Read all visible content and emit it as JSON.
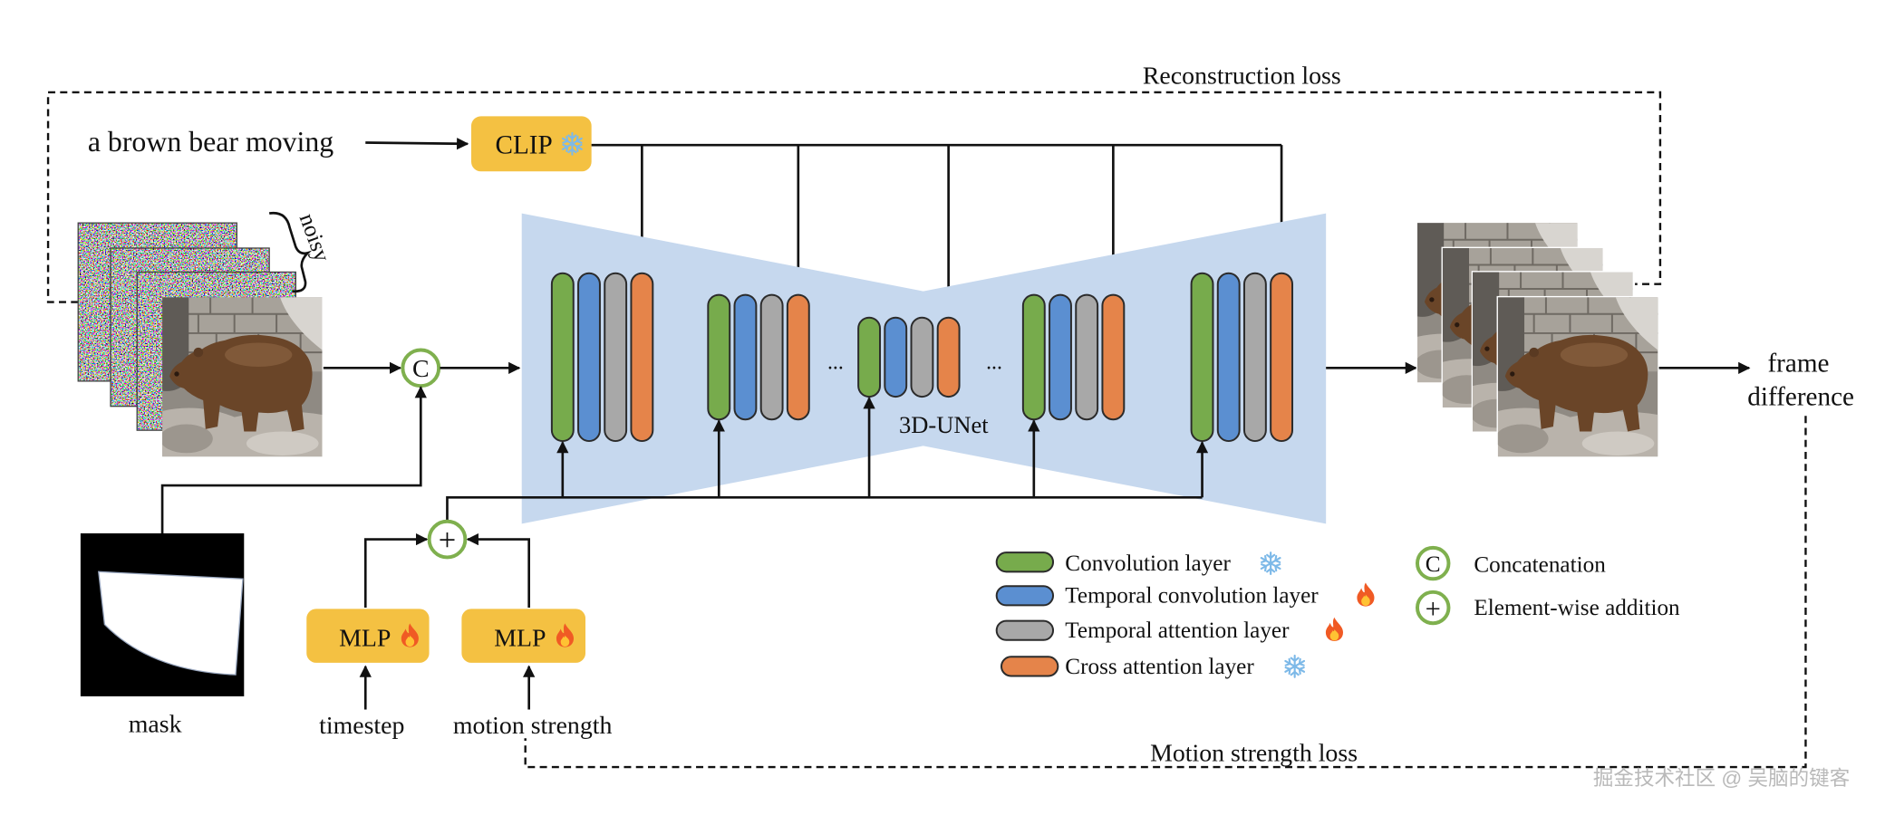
{
  "diagram": {
    "reconstruction_loss": "Reconstruction loss",
    "prompt": "a brown bear moving",
    "clip": {
      "label": "CLIP",
      "icon": "snowflake-icon"
    },
    "noisy": "noisy",
    "concat_symbol": "C",
    "add_symbol": "+",
    "unet_label": "3D-UNet",
    "ellipsis": "...",
    "mask": "mask",
    "mlp_timestep": {
      "label": "MLP",
      "icon": "fire-icon"
    },
    "mlp_motion": {
      "label": "MLP",
      "icon": "fire-icon"
    },
    "timestep": "timestep",
    "motion_strength": "motion strength",
    "frame_difference": [
      "frame",
      "difference"
    ],
    "motion_strength_loss": "Motion strength loss"
  },
  "legend": {
    "layers": [
      {
        "label": "Convolution layer",
        "color": "#77ab4c",
        "icon": "snowflake-icon"
      },
      {
        "label": "Temporal convolution layer",
        "color": "#5b8fd1",
        "icon": "fire-icon"
      },
      {
        "label": "Temporal attention layer",
        "color": "#a8a8a8",
        "icon": "fire-icon"
      },
      {
        "label": "Cross attention layer",
        "color": "#e5844a",
        "icon": "snowflake-icon"
      }
    ],
    "symbols": [
      {
        "symbol": "C",
        "label": "Concatenation"
      },
      {
        "symbol": "+",
        "label": "Element-wise addition"
      }
    ]
  },
  "colors": {
    "unet_background": "#c6d8ee",
    "module_box": "#f4c142",
    "operator_ring": "#7fb04e"
  },
  "watermark": "掘金技术社区 @ 吴脑的键客"
}
